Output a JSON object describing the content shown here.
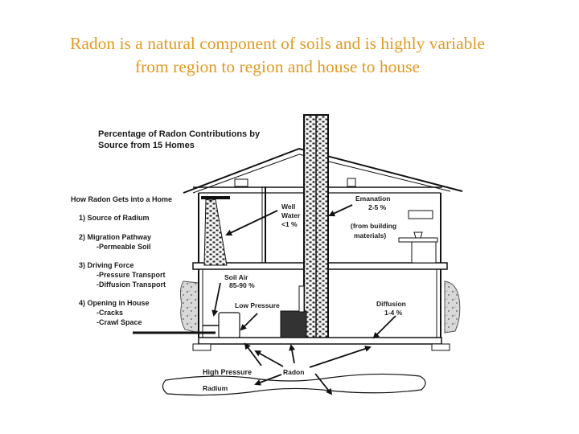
{
  "slide": {
    "title_line1": "Radon is a natural component of soils and is highly variable",
    "title_line2": "from region to region and house to house"
  },
  "diagram": {
    "heading_line1": "Percentage of Radon Contributions by",
    "heading_line2": "Source from 15 Homes",
    "how_title": "How Radon Gets into a Home",
    "steps": [
      "1) Source of Radium",
      "2) Migration Pathway",
      "-Permeable Soil",
      "3) Driving Force",
      "-Pressure Transport",
      "-Diffusion Transport",
      "4) Opening in House",
      "-Cracks",
      "-Crawl Space"
    ],
    "well_water": [
      "Well",
      "Water",
      "<1 %"
    ],
    "emanation": [
      "Emanation",
      "2-5 %"
    ],
    "building_materials": [
      "(from building",
      "materials)"
    ],
    "soil_air": [
      "Soil Air",
      "85-90 %"
    ],
    "low_pressure": "Low Pressure",
    "diffusion": [
      "Diffusion",
      "1-4 %"
    ],
    "high_pressure": "High Pressure",
    "radon": "Radon",
    "radium": "Radium"
  }
}
